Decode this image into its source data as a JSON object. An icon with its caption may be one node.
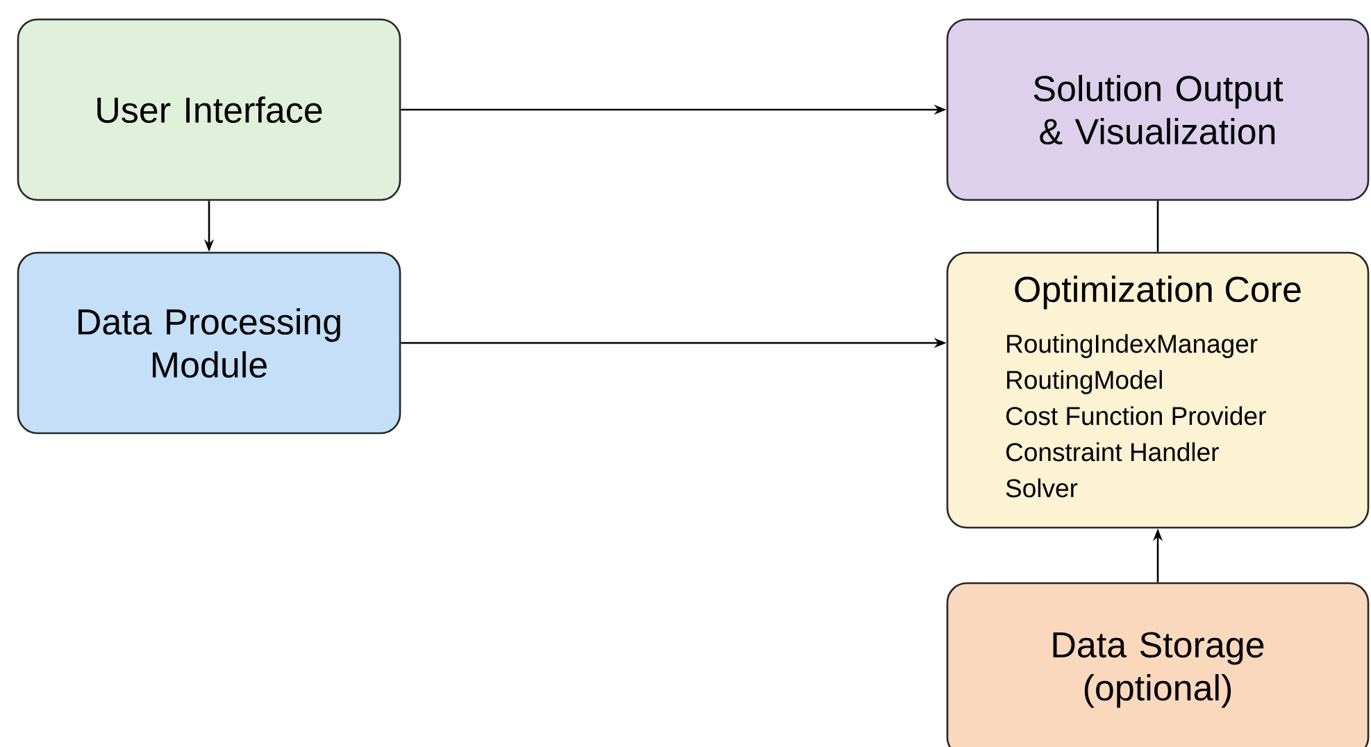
{
  "diagram": {
    "nodes": [
      {
        "text": [
          "User Interface"
        ]
      },
      {
        "text": [
          "Solution Output & Visualization"
        ]
      },
      {
        "text": [
          "Data Processing Module"
        ]
      },
      {
        "text": [
          "Optimization Core",
          "RoutingIndexManager",
          "RoutingModel",
          "Cost Function Provider",
          "Constraint Handler",
          "Solver"
        ]
      },
      {
        "text": [
          "Data Storage (optional)"
        ]
      }
    ],
    "edges": [
      {
        "from": 0,
        "to": 1,
        "arrow": "to"
      },
      {
        "from": 0,
        "to": 2,
        "arrow": "to"
      },
      {
        "from": 2,
        "to": 3,
        "arrow": "to"
      },
      {
        "from": 3,
        "to": 1,
        "arrow": "none"
      },
      {
        "from": 4,
        "to": 3,
        "arrow": "to"
      }
    ]
  }
}
